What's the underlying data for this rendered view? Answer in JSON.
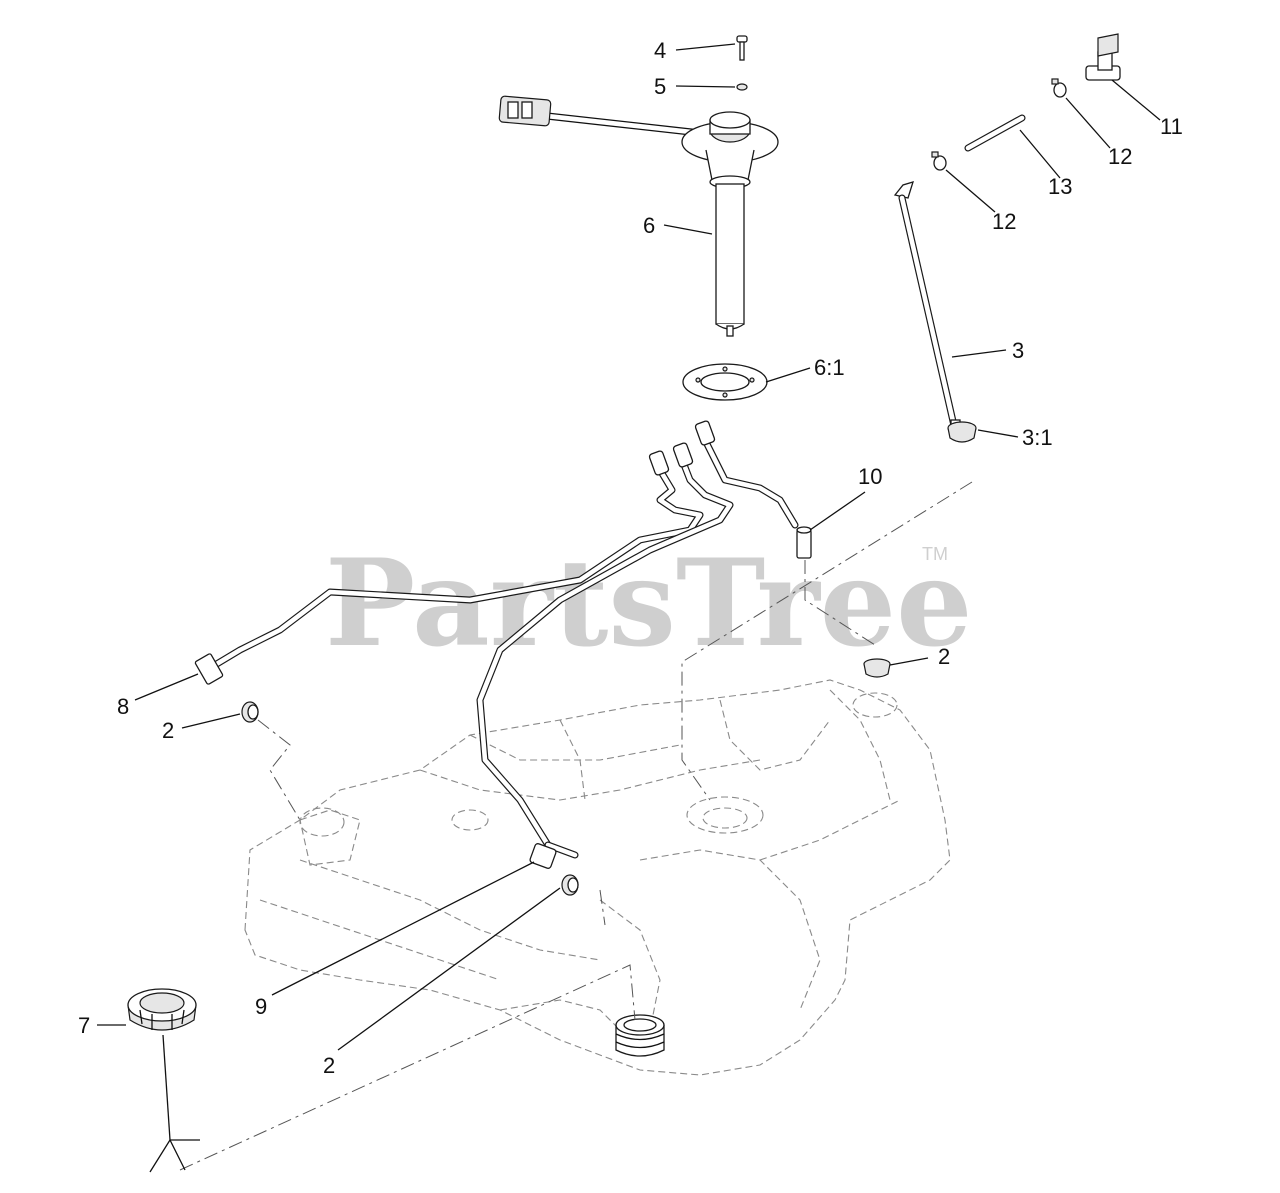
{
  "watermark": {
    "brand": "PartsTree",
    "trademark": "TM"
  },
  "callouts": {
    "c4": "4",
    "c5": "5",
    "c11": "11",
    "c12a": "12",
    "c13": "13",
    "c12b": "12",
    "c6": "6",
    "c3": "3",
    "c6_1": "6:1",
    "c3_1": "3:1",
    "c10": "10",
    "c2a": "2",
    "c8": "8",
    "c2b": "2",
    "c9": "9",
    "c2c": "2",
    "c7": "7"
  }
}
